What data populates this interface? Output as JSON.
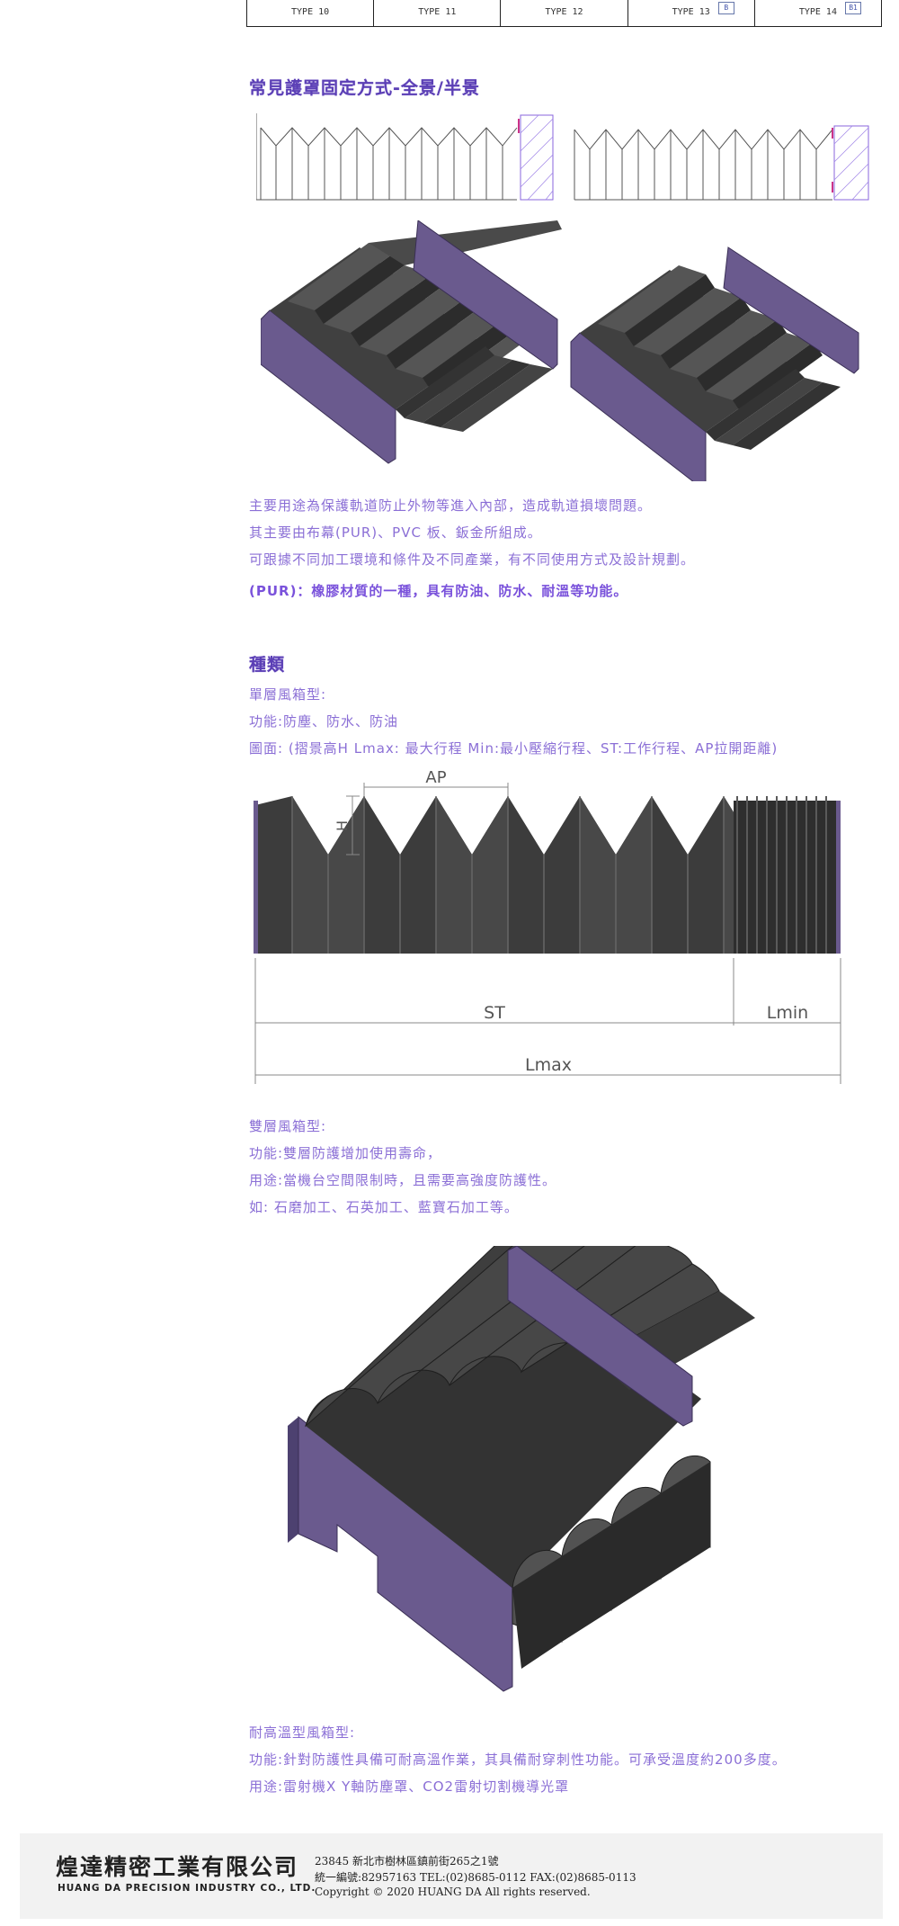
{
  "type_row": {
    "cells": [
      "TYPE 10",
      "TYPE 11",
      "TYPE 12",
      "TYPE 13",
      "TYPE 14"
    ],
    "badges": [
      "B",
      "B1"
    ]
  },
  "fixing_section": {
    "heading": "常見護罩固定方式-全景/半景"
  },
  "intro_lines": [
    "主要用途為保護軌道防止外物等進入內部，造成軌道損壞問題。",
    "其主要由布幕(PUR)、PVC 板、鈑金所組成。",
    "可跟據不同加工環境和條件及不同產業，有不同使用方式及設計規劃。"
  ],
  "pur_note": "(PUR)：橡膠材質的一種，具有防油、防水、耐溫等功能。",
  "types_section": {
    "heading": "種類",
    "single": {
      "title": "單層風箱型:",
      "function": "功能:防塵、防水、防油",
      "drawing_note": "圖面: (摺景高H  Lmax: 最大行程 Min:最小壓縮行程、ST:工作行程、AP拉開距離)"
    },
    "diagram_labels": {
      "ap": "AP",
      "h": "H",
      "st": "ST",
      "lmin": "Lmin",
      "lmax": "Lmax"
    },
    "double": {
      "title": "雙層風箱型:",
      "function": "功能:雙層防護增加使用壽命，",
      "usage": "用途:當機台空間限制時，且需要高強度防護性。",
      "example": "如: 石磨加工、石英加工、藍寶石加工等。"
    },
    "high_temp": {
      "title": "耐高溫型風箱型:",
      "function": "功能:針對防護性具備可耐高溫作業，其具備耐穿刺性功能。可承受溫度約200多度。",
      "usage": "用途:雷射機X Y軸防塵罩、CO2雷射切割機導光罩"
    }
  },
  "footer": {
    "company_cn": "煌達精密工業有限公司",
    "company_en": "HUANG DA PRECISION INDUSTRY CO., LTD.",
    "address": "23845 新北市樹林區鎮前街265之1號",
    "contact": "統一編號:82957163  TEL:(02)8685-0112  FAX:(02)8685-0113",
    "copyright": "Copyright © 2020 HUANG DA All rights reserved."
  },
  "colors": {
    "heading": "#5b3fb5",
    "text": "#8b6fd6",
    "bellows_dark": "#3c3c3c",
    "plate_purple": "#6a5a8e"
  }
}
